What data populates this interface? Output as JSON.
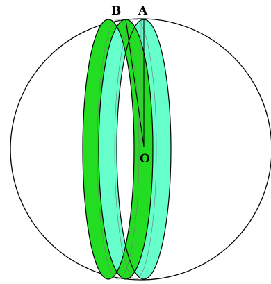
{
  "labels": {
    "point_b": "B",
    "point_a": "A",
    "center_o": "O"
  },
  "colors": {
    "sphere_outline": "#000000",
    "front_band": "#22dd22",
    "back_band": "#66ffcc",
    "lines": "#000000",
    "faint_lines": "#777777"
  }
}
